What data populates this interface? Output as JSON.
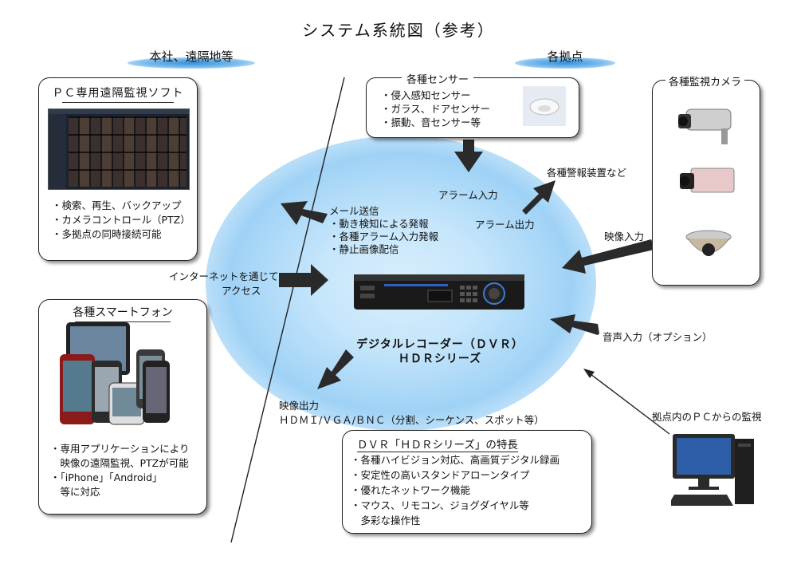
{
  "title": "システム系統図（参考）",
  "regions": {
    "left": "本社、遠隔地等",
    "right": "各拠点"
  },
  "pc_software": {
    "heading": "ＰＣ専用遠隔監視ソフト",
    "features": [
      "・検索、再生、バックアップ",
      "・カメラコントロール（PTZ）",
      "・多拠点の同時接続可能"
    ]
  },
  "smartphone": {
    "heading": "各種スマートフォン",
    "features": [
      "・専用アプリケーションにより",
      "　映像の遠隔監視、PTZが可能",
      "・「iPhone」「Android」",
      "　等に対応"
    ]
  },
  "sensors": {
    "heading": "各種センサー",
    "items": [
      "・侵入感知センサー",
      "・ガラス、ドアセンサー",
      "・振動、音センサー等"
    ]
  },
  "cameras": {
    "heading": "各種監視カメラ"
  },
  "labels": {
    "alarm_in": "アラーム入力",
    "alarm_out": "アラーム出力",
    "alarm_devices": "各種警報装置など",
    "mail_lines": [
      "メール送信",
      "・動き検知による発報",
      "・各種アラーム入力発報",
      "・静止画像配信"
    ],
    "internet_1": "インターネットを通じて",
    "internet_2": "アクセス",
    "video_in": "映像入力",
    "audio_in": "音声入力（オプション）",
    "video_out_1": "映像出力",
    "video_out_2": "ＨＤＭＩ/ＶＧＡ/ＢＮＣ（分割、シーケンス、スポット等）",
    "pc_monitor": "拠点内のＰＣからの監視"
  },
  "dvr": {
    "name_1": "デジタルレコーダー（ＤＶＲ）",
    "name_2": "ＨＤＲシリーズ"
  },
  "features_box": {
    "heading": "ＤＶＲ「ＨＤＲシリーズ」の特長",
    "items": [
      "・各種ハイビジョン対応、高画質デジタル録画",
      "・安定性の高いスタンドアローンタイプ",
      "・優れたネットワーク機能",
      "・マウス、リモコン、ジョグダイヤル等",
      "　多彩な操作性"
    ]
  },
  "colors": {
    "accent_blue": "#7fbfee",
    "arrow": "#2a2a2a"
  }
}
